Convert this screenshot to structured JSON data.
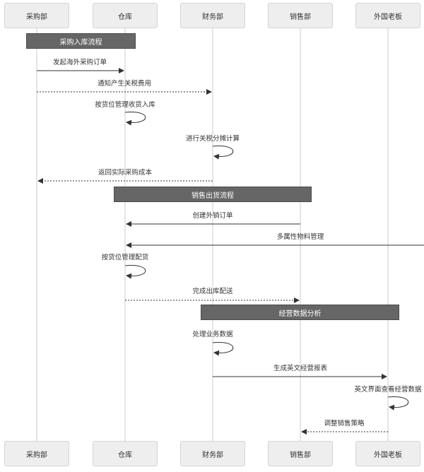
{
  "participants": [
    {
      "id": "p0",
      "label": "采购部"
    },
    {
      "id": "p1",
      "label": "仓库"
    },
    {
      "id": "p2",
      "label": "财务部"
    },
    {
      "id": "p3",
      "label": "销售部"
    },
    {
      "id": "p4",
      "label": "外国老板"
    }
  ],
  "sections": [
    {
      "label": "采购入库流程"
    },
    {
      "label": "销售出货流程"
    },
    {
      "label": "经营数据分析"
    }
  ],
  "messages": [
    {
      "from": 0,
      "to": 1,
      "style": "solid",
      "label": "发起海外采购订单"
    },
    {
      "from": 0,
      "to": 2,
      "style": "dotted",
      "label": "通知产生关税费用"
    },
    {
      "from": 1,
      "to": 1,
      "style": "self",
      "label": "按货位管理收货入库"
    },
    {
      "from": 2,
      "to": 2,
      "style": "self",
      "label": "进行关税分摊计算"
    },
    {
      "from": 2,
      "to": 0,
      "style": "dotted",
      "label": "返回实际采购成本"
    },
    {
      "from": 3,
      "to": 1,
      "style": "solid",
      "label": "创建外销订单"
    },
    {
      "from": 5,
      "to": 1,
      "style": "solid",
      "label": "多属性物料管理"
    },
    {
      "from": 1,
      "to": 1,
      "style": "self",
      "label": "按货位管理配货"
    },
    {
      "from": 1,
      "to": 3,
      "style": "dotted",
      "label": "完成出库配送"
    },
    {
      "from": 2,
      "to": 2,
      "style": "self",
      "label": "处理业务数据"
    },
    {
      "from": 2,
      "to": 4,
      "style": "solid",
      "label": "生成英文经营报表"
    },
    {
      "from": 4,
      "to": 4,
      "style": "self",
      "label": "英文界面查看经营数据"
    },
    {
      "from": 4,
      "to": 3,
      "style": "dotted",
      "label": "调整销售策略"
    }
  ],
  "colors": {
    "lifeline": "#cccccc",
    "arrow": "#333333",
    "section_bg": "#666666",
    "participant_bg": "#eeeeee"
  }
}
